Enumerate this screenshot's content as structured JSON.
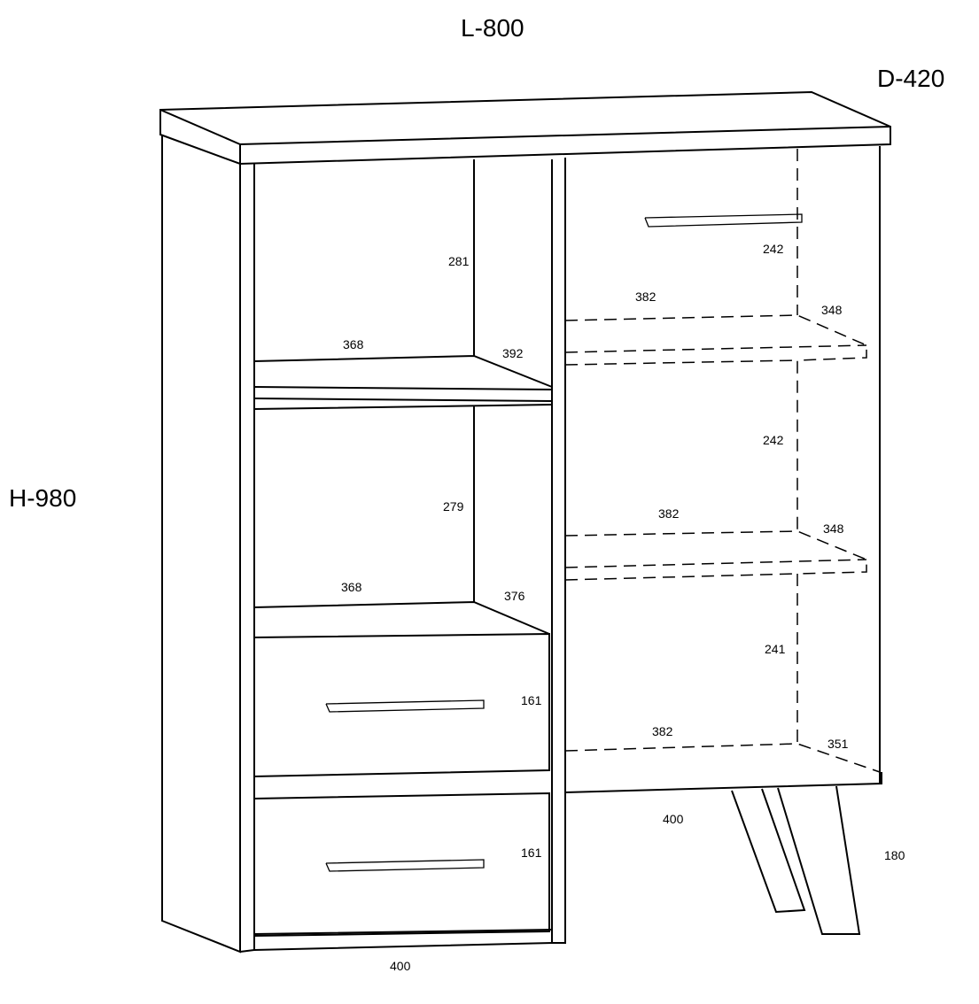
{
  "overall": {
    "length": "L-800",
    "depth": "D-420",
    "height": "H-980"
  },
  "left_section": {
    "top_compartment_height": "281",
    "shelf1_width": "368",
    "shelf1_depth": "392",
    "middle_compartment_height": "279",
    "shelf2_width": "368",
    "shelf2_depth": "376",
    "drawer1_height": "161",
    "drawer2_height": "161",
    "bottom_width": "400"
  },
  "right_section": {
    "top_height": "242",
    "shelf1_width": "382",
    "shelf1_depth": "348",
    "middle_height": "242",
    "shelf2_width": "382",
    "shelf2_depth": "348",
    "lower_height": "241",
    "bottom_width": "382",
    "bottom_depth": "351",
    "section_width": "400",
    "leg_height": "180"
  }
}
